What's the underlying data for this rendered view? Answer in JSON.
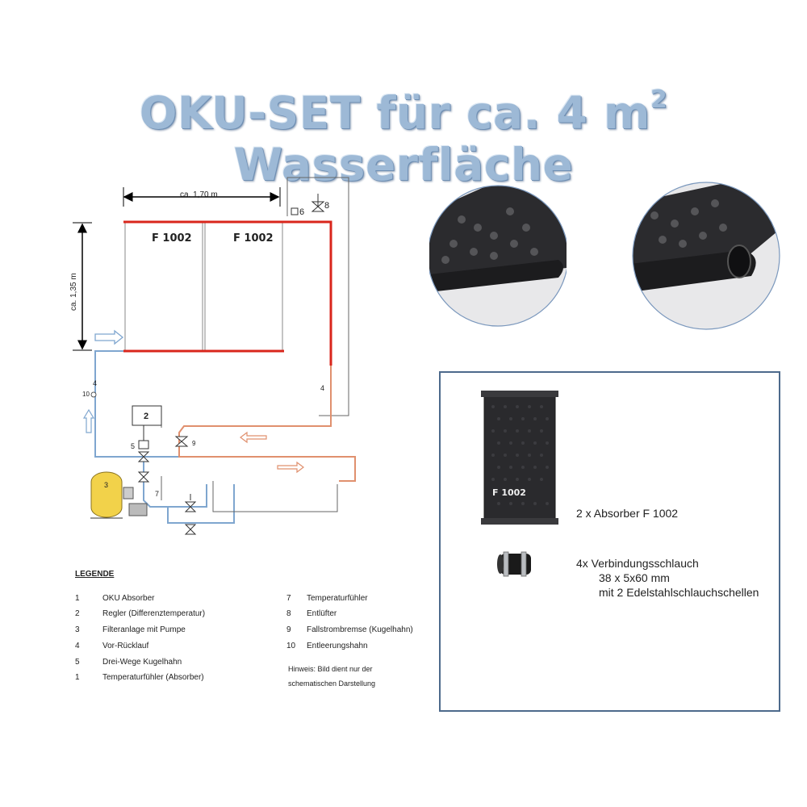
{
  "title": {
    "main": "OKU-SET für ca. 4 m",
    "sup": "2",
    "tail": " Wasserfläche"
  },
  "diagram": {
    "width_label": "ca. 1,70 m",
    "height_label": "ca. 1,35 m",
    "panel_1_label": "F 1002",
    "panel_2_label": "F 1002",
    "callouts": {
      "c6": "6",
      "c8": "8",
      "c4a": "4",
      "c4b": "4",
      "c10": "10",
      "c2": "2",
      "c5": "5",
      "c9": "9",
      "c3": "3",
      "c7": "7"
    }
  },
  "legend": {
    "title": "LEGENDE",
    "left": [
      {
        "num": "1",
        "text": "OKU Absorber"
      },
      {
        "num": "2",
        "text": "Regler (Differenztemperatur)"
      },
      {
        "num": "3",
        "text": "Filteranlage mit Pumpe"
      },
      {
        "num": "4",
        "text": "Vor-Rücklauf"
      },
      {
        "num": "5",
        "text": "Drei-Wege Kugelhahn"
      },
      {
        "num": "1",
        "text": "Temperaturfühler (Absorber)"
      }
    ],
    "right": [
      {
        "num": "7",
        "text": "Temperaturfühler"
      },
      {
        "num": "8",
        "text": "Entlüfter"
      },
      {
        "num": "9",
        "text": "Fallstrombremse (Kugelhahn)"
      },
      {
        "num": "10",
        "text": "Entleerungshahn"
      }
    ],
    "hint_line1": "Hinweis: Bild dient nur der",
    "hint_line2": "schematischen Darstellung"
  },
  "product_box": {
    "absorber_label": "F 1002",
    "absorber_text": "2 x Absorber F 1002",
    "hose_line1": "4x  Verbindungsschlauch",
    "hose_line2": "38 x 5x60 mm",
    "hose_line3": "mit 2 Edelstahlschlauchschellen"
  },
  "colors": {
    "title": "#9db9d6",
    "hot_pipe": "#d9261c",
    "warm_pipe": "#e0906e",
    "cold_pipe": "#7fa6cf",
    "box_border": "#4d6a8c",
    "tank": "#f2d24a"
  }
}
